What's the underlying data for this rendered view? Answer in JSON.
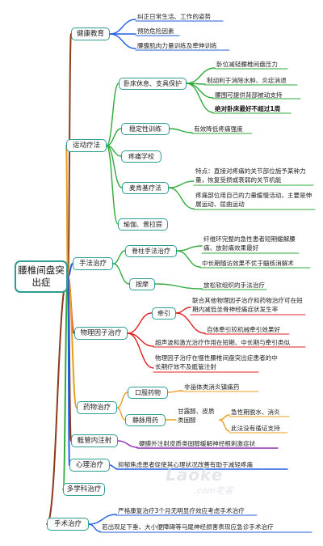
{
  "root": "腰椎间盘突出症",
  "branches": [
    {
      "label": "健康教育",
      "items": [
        "纠正日常生活、工作的姿势",
        "预防危险因素",
        "腰腹肌肉力量训练及牵伸训练"
      ]
    },
    {
      "label": "运动疗法",
      "sub": [
        {
          "label": "卧床休息、支具保护",
          "items": [
            "卧位减轻腰椎间盘压力",
            "制动利于消除水肿、炎症消退",
            "腰围可提供背部被动支持",
            "绝对卧床最好不超过1周"
          ]
        },
        {
          "label": "稳定性训练",
          "items": [
            "有效降低疼痛强度"
          ]
        },
        {
          "label": "疼痛学校",
          "items": []
        },
        {
          "label": "麦肯基疗法",
          "items": [
            "特点：直接对疼痛的关节部位施予某种力量，恢复受损或衰弱的关节机能",
            "疼痛部位用自己的力量缓慢活动，主要是伸展运动、屈曲运动"
          ]
        },
        {
          "label": "瑜伽、普拉提",
          "items": []
        }
      ]
    },
    {
      "label": "手法治疗",
      "sub": [
        {
          "label": "脊柱手法治疗",
          "items": [
            "纤维环完整的急性患者短期缓解腰痛、放射痛效果最好",
            "中长期随访效果不优于髓核消解术"
          ]
        },
        {
          "label": "按摩",
          "items": [
            "放松软组织的手法治疗"
          ]
        }
      ]
    },
    {
      "label": "物理因子治疗",
      "sub": [
        {
          "label": "牵引",
          "items": [
            "联合其他物理因子治疗和药物治疗可在短期内减低坐骨神经痛症状发生率",
            "自体牵引较机械牵引效果好"
          ]
        }
      ],
      "items": [
        "超声波和激光治疗作用在短期、中长期与牵引类似",
        "物理因子治疗在慢性腰椎间盘突出症患者的中长期疗效不及骶管注射"
      ]
    },
    {
      "label": "药物治疗",
      "sub": [
        {
          "label": "口服药物",
          "items": [
            "非甾体类消炎镇痛药"
          ]
        },
        {
          "label": "静脉用药",
          "items": [
            "甘露醇、皮质类固醇"
          ],
          "sub2": [
            "急性期脱水、消炎",
            "此法没有循证支持"
          ]
        }
      ]
    },
    {
      "label": "骶管内注射",
      "items": [
        "硬膜外注射皮质类固醇缓解神经根刺激症状"
      ]
    },
    {
      "label": "心理治疗",
      "items": [
        "抑郁焦虑患者促使其心理状况改善有助于减轻疼痛"
      ]
    },
    {
      "label": "多学科治疗",
      "items": []
    },
    {
      "label": "手术治疗",
      "items": [
        "严格康复治疗3个月无明显疗效应考虑手术治疗",
        "若出现足下垂、大小便障碍等马尾神经损害表现应急诊手术治疗"
      ]
    }
  ],
  "watermark": {
    "logo": "Laoke",
    "site": ".com老客"
  },
  "colors": {
    "node_border": "#2e9e95",
    "blue": "#1f5ee6",
    "green": "#2eaa3a",
    "orange": "#e7a01e",
    "red": "#e02020",
    "purple": "#8e2bb3",
    "brown": "#8b3a1a",
    "watermark": "#cfd6dd"
  }
}
